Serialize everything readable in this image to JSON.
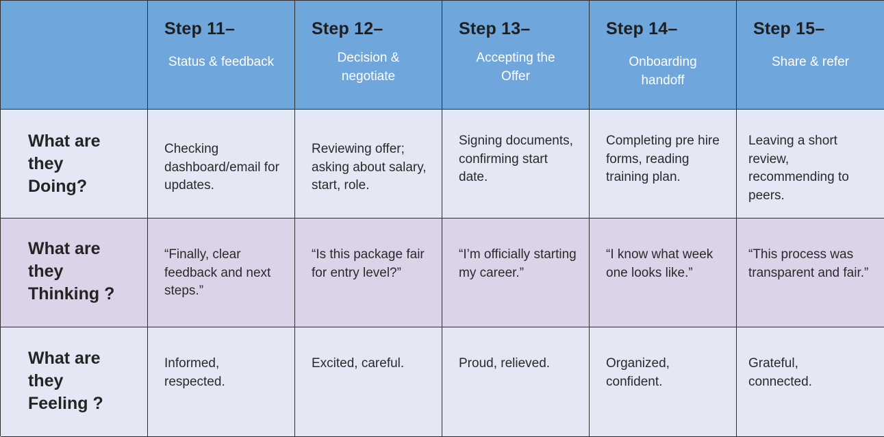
{
  "header": {
    "steps": [
      {
        "title": "Step 11–",
        "subtitle": "Status & feedback"
      },
      {
        "title": "Step 12–",
        "subtitle": "Decision & negotiate"
      },
      {
        "title": "Step 13–",
        "subtitle": "Accepting the Offer"
      },
      {
        "title": "Step 14–",
        "subtitle": "Onboarding handoff"
      },
      {
        "title": "Step 15–",
        "subtitle": "Share & refer"
      }
    ]
  },
  "rows": [
    {
      "label_lines": [
        "What are",
        "they",
        "Doing?"
      ],
      "cells": [
        "Checking dashboard/email for updates.",
        "Reviewing offer; asking about salary, start, role.",
        "Signing documents, confirming start date.",
        "Completing pre hire forms, reading training plan.",
        "Leaving a short review, recommending to peers."
      ]
    },
    {
      "label_lines": [
        "What are",
        "they",
        "Thinking ?"
      ],
      "cells": [
        "“Finally, clear feedback and next steps.”",
        "“Is this package fair for entry level?”",
        "“I’m officially starting my career.”",
        "“I know what week one looks like.”",
        "“This process was transparent and fair.”"
      ]
    },
    {
      "label_lines": [
        "What are",
        "they",
        "Feeling ?"
      ],
      "cells": [
        "Informed, respected.",
        "Excited, careful.",
        "Proud, relieved.",
        "Organized, confident.",
        "Grateful, connected."
      ]
    }
  ],
  "colors": {
    "header_bg": "#6fa6dc",
    "row_doing_bg": "#e3e8f4",
    "row_thinking_bg": "#dcd3e8",
    "row_feeling_bg": "#e3e8f4",
    "border": "#2d2d2d"
  }
}
